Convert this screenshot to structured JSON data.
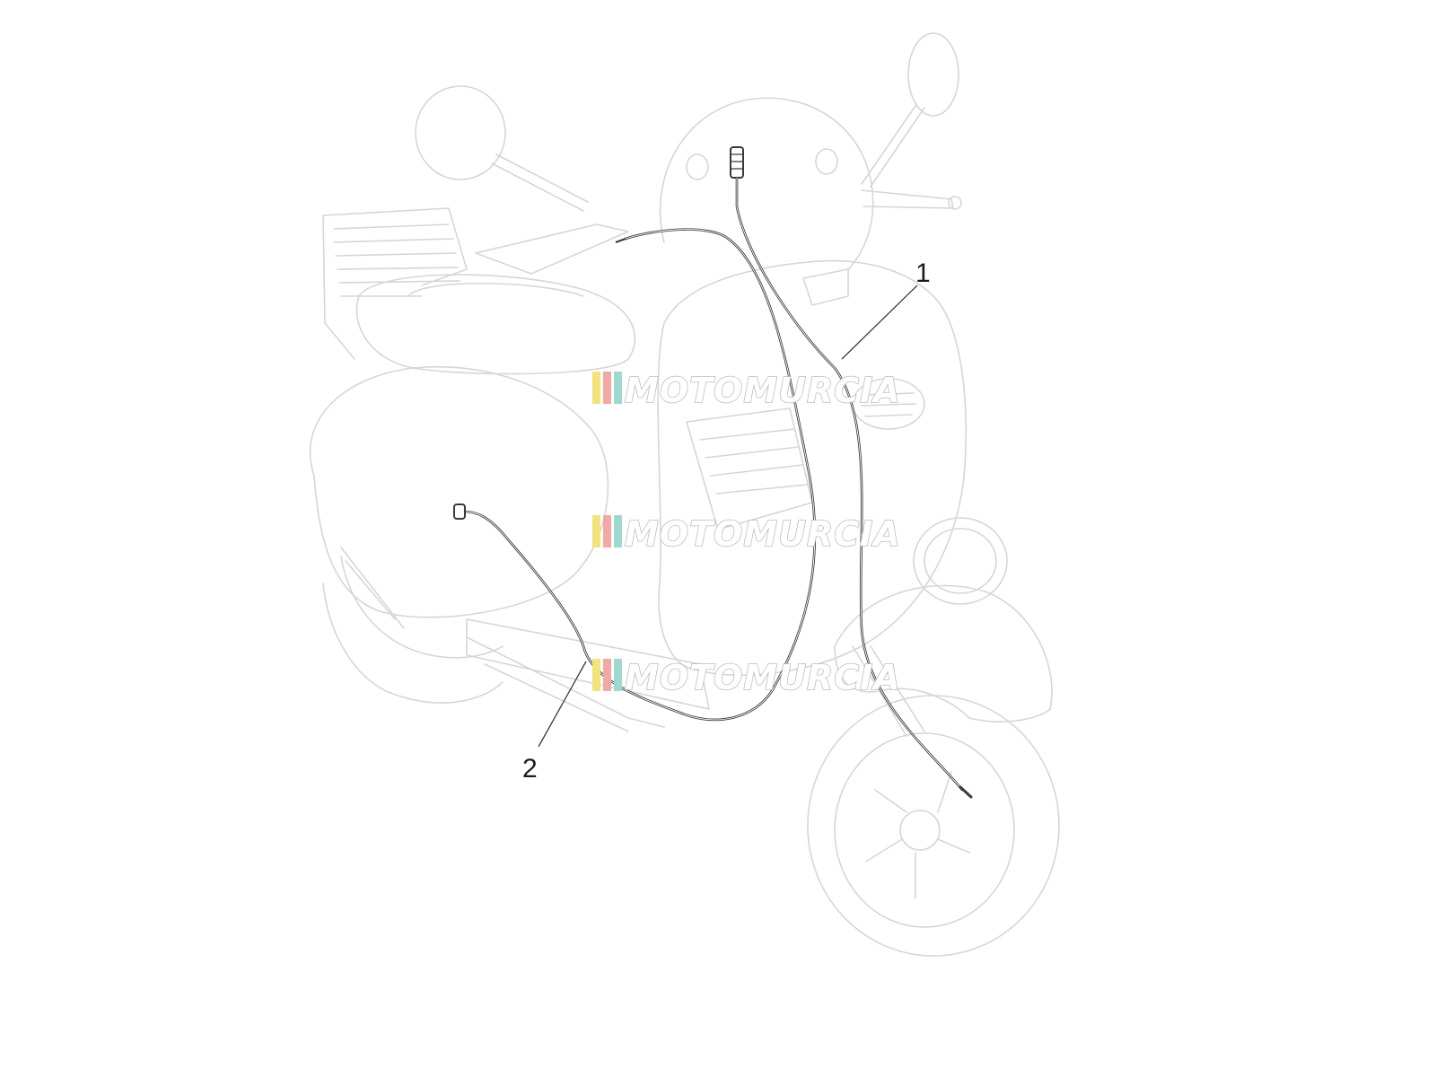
{
  "diagram": {
    "callouts": [
      {
        "id": "1",
        "label": "1"
      },
      {
        "id": "2",
        "label": "2"
      }
    ],
    "watermark": {
      "text": "MOTOMURCIA",
      "stripe_colors": [
        "#f4e27a",
        "#f2a9a6",
        "#9fd8cf"
      ]
    },
    "colors": {
      "ghost_outline": "#d6d6d6",
      "cable": "#3a3a3a",
      "callout_text": "#1a1a1a"
    }
  }
}
